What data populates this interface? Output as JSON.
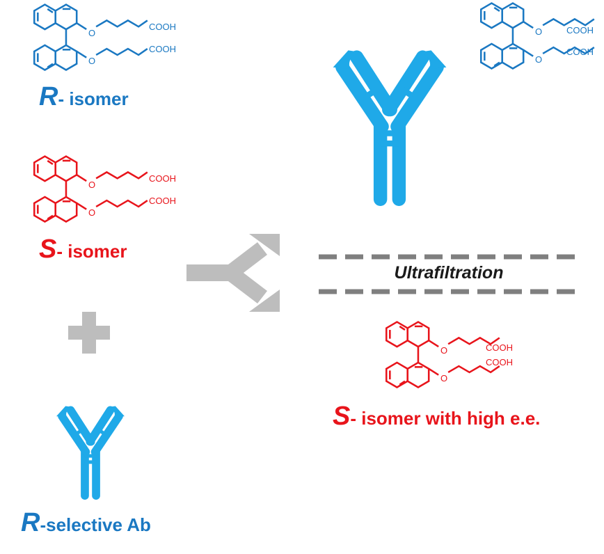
{
  "colors": {
    "r_isomer": "#1a78c2",
    "s_isomer": "#e8141b",
    "antibody": "#1fa9e8",
    "arrow_gray": "#bdbdbd",
    "dash_gray": "#7f7f7f",
    "text_dark": "#1a1a1a"
  },
  "molecule": {
    "oxygen": "O",
    "acid_group": "COOH"
  },
  "labels": {
    "r_isomer": {
      "letter": "R",
      "text": "- isomer"
    },
    "s_isomer": {
      "letter": "S",
      "text": "- isomer"
    },
    "r_selective_ab": {
      "letter": "R",
      "text": "-selective Ab"
    },
    "ultrafiltration": "Ultrafiltration",
    "s_isomer_high_ee": {
      "letter": "S",
      "text": "- isomer with high e.e."
    }
  },
  "icons": [
    "plus-icon",
    "split-arrow-icon",
    "antibody-icon"
  ]
}
